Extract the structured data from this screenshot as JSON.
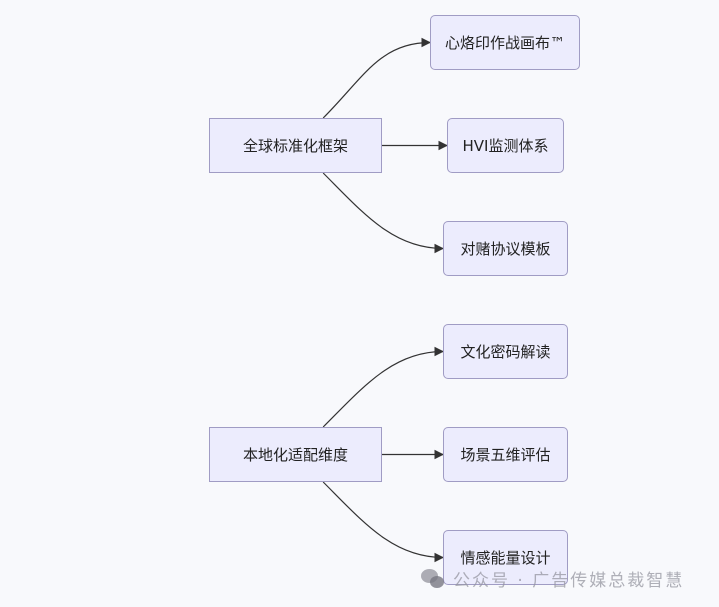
{
  "diagram": {
    "type": "flowchart-LR",
    "groups": [
      {
        "root": {
          "id": "global",
          "label": "全球标准化框架"
        },
        "children": [
          {
            "id": "canvas",
            "label": "心烙印作战画布™"
          },
          {
            "id": "hvi",
            "label": "HVI监测体系"
          },
          {
            "id": "vam",
            "label": "对赌协议模板"
          }
        ]
      },
      {
        "root": {
          "id": "local",
          "label": "本地化适配维度"
        },
        "children": [
          {
            "id": "culture",
            "label": "文化密码解读"
          },
          {
            "id": "scene",
            "label": "场景五维评估"
          },
          {
            "id": "emotion",
            "label": "情感能量设计"
          }
        ]
      }
    ],
    "colors": {
      "node_fill": "#ececfd",
      "node_border": "#a09cc4",
      "edge": "#333333",
      "background": "#f8f9fc"
    }
  },
  "watermark": {
    "icon": "wechat-icon",
    "text": "公众号 · 广告传媒总裁智慧"
  }
}
